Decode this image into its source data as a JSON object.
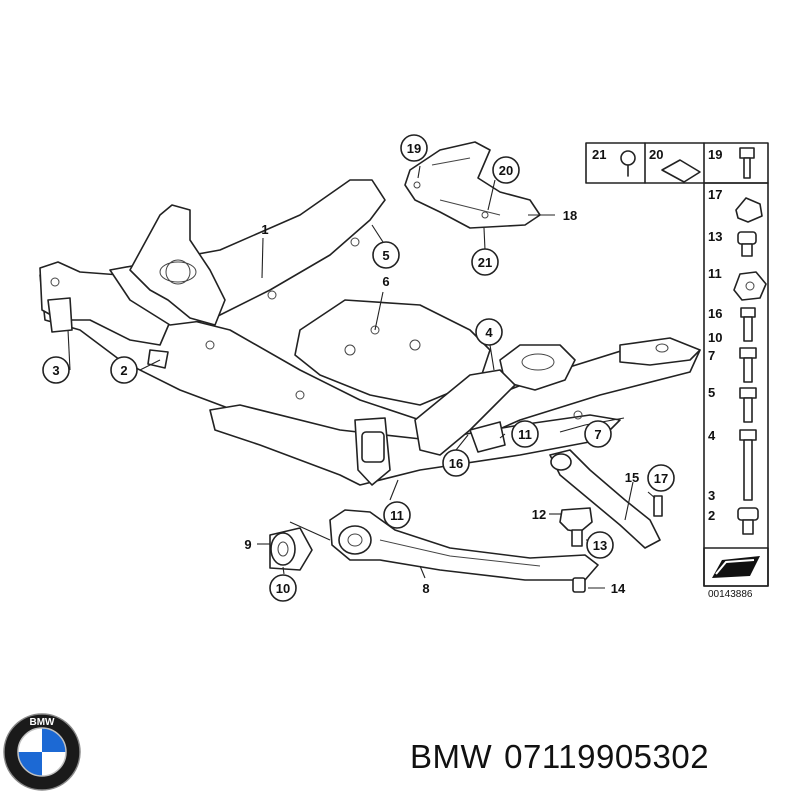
{
  "callouts": [
    {
      "num": "19"
    },
    {
      "num": "20"
    },
    {
      "num": "21"
    },
    {
      "num": "5"
    },
    {
      "num": "3"
    },
    {
      "num": "2"
    },
    {
      "num": "4"
    },
    {
      "num": "11"
    },
    {
      "num": "7"
    },
    {
      "num": "16"
    },
    {
      "num": "11"
    },
    {
      "num": "17"
    },
    {
      "num": "13"
    },
    {
      "num": "10"
    }
  ],
  "plain_labels": [
    "1",
    "18",
    "6",
    "9",
    "8",
    "15",
    "12",
    "14"
  ],
  "parts_legend": {
    "top_row": [
      "21",
      "20",
      "19"
    ],
    "column": [
      "17",
      "13",
      "11",
      "16",
      "10",
      "7",
      "5",
      "4",
      "3",
      "2"
    ],
    "reference_code": "00143886"
  },
  "brand": {
    "logo_letters": "BMW",
    "name": "BMW",
    "part_number": "07119905302",
    "colors": {
      "blue": "#1c69d4",
      "ring": "#1a1a1a",
      "white": "#ffffff"
    }
  }
}
